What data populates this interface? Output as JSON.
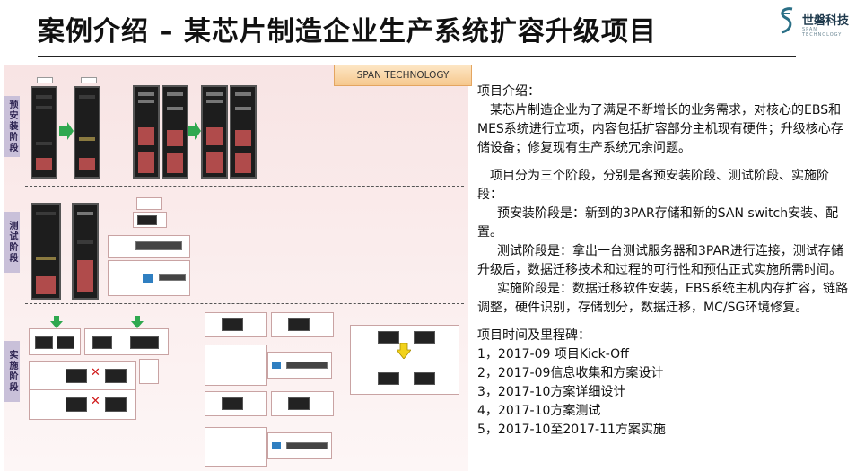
{
  "slide": {
    "title": "案例介绍 – 某芯片制造企业生产系统扩容升级项目",
    "logo": {
      "name": "世磐科技",
      "sub": "SPAN TECHNOLOGY"
    }
  },
  "diagram": {
    "badge": "SPAN TECHNOLOGY",
    "stages": [
      {
        "label": "预安装阶段"
      },
      {
        "label": "测试阶段"
      },
      {
        "label": "实施阶段"
      }
    ],
    "colors": {
      "stage_tab": "#c9c0d9",
      "arrow_green": "#2fa84f",
      "arrow_blue": "#2f7fc1",
      "arrow_yellow": "#f2d21b",
      "x_mark": "#d01818"
    }
  },
  "description": {
    "intro_heading": "项目介绍：",
    "intro_body": "某芯片制造企业为了满足不断增长的业务需求，对核心的EBS和MES系统进行立项，内容包括扩容部分主机现有硬件；升级核心存储设备；修复现有生产系统冗余问题。",
    "phases_intro": "项目分为三个阶段，分别是客预安装阶段、测试阶段、实施阶段：",
    "phase1": "预安装阶段是：新到的3PAR存储和新的SAN switch安装、配置。",
    "phase2": "测试阶段是：拿出一台测试服务器和3PAR进行连接，测试存储升级后，数据迁移技术和过程的可行性和预估正式实施所需时间。",
    "phase3": "实施阶段是：数据迁移软件安装，EBS系统主机内存扩容，链路调整，硬件识别，存储划分，数据迁移，MC/SG环境修复。",
    "milestones_heading": "项目时间及里程碑：",
    "milestones": [
      "1，2017-09 项目Kick-Off",
      "2，2017-09信息收集和方案设计",
      "3，2017-10方案详细设计",
      "4，2017-10方案测试",
      "5，2017-10至2017-11方案实施"
    ]
  }
}
